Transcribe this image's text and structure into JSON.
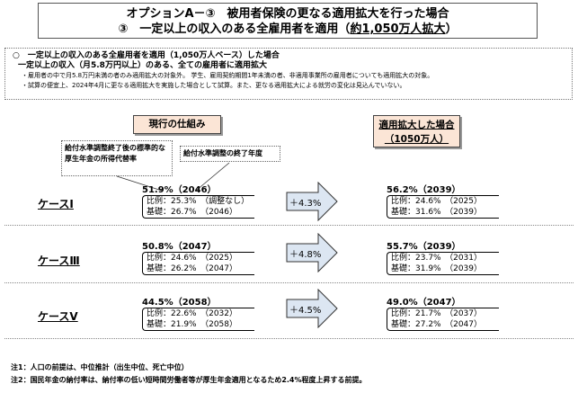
{
  "title": {
    "line1": "オプションA－③　被用者保険の更なる適用拡大を行った場合",
    "line2_prefix": "③　一定以上の収入のある全雇用者を適用（",
    "line2_underlined": "約1,050万人拡大",
    "line2_suffix": "）"
  },
  "conditions": {
    "line1": "○　一定以上の収入のある全雇用者を適用（1,050万人ベース）した場合",
    "line2": "一定以上の収入（月5.8万円以上）のある、全ての雇用者に適用拡大",
    "bullet1": "・雇用者の中で月5.8万円未満の者のみ適用拡大の対象外。 学生、雇用契約期間1年未満の者、非適用事業所の雇用者についても適用拡大の対象。",
    "bullet2": "・試算の便宜上、2024年4月に更なる適用拡大を実施した場合として試算。また、更なる適用拡大による就労の変化は見込んでいない。"
  },
  "headers": {
    "current": "現行の仕組み",
    "expanded_line1": "適用拡大した場合",
    "expanded_line2": "（1050万人）"
  },
  "callouts": {
    "replacement_rate": "給付水準調整終了後の標準的な厚生年金の所得代替率",
    "end_year": "給付水準調整の終了年度"
  },
  "cases": [
    {
      "label": "ケースⅠ",
      "current": {
        "total": "51.9%（2046）",
        "hirei": "比例：25.3%　（調整なし）",
        "kiso": "基礎：26.7%　（2046）"
      },
      "diff": "＋4.3%",
      "expanded": {
        "total": "56.2%（2039）",
        "hirei": "比例：24.6%　（2025）",
        "kiso": "基礎：31.6%　（2039）"
      }
    },
    {
      "label": "ケースⅢ",
      "current": {
        "total": "50.8%（2047）",
        "hirei": "比例：24.6%　（2025）",
        "kiso": "基礎：26.2%　（2047）"
      },
      "diff": "＋4.8%",
      "expanded": {
        "total": "55.7%（2039）",
        "hirei": "比例：23.7%　（2031）",
        "kiso": "基礎：31.9%　（2039）"
      }
    },
    {
      "label": "ケースⅤ",
      "current": {
        "total": "44.5%（2058）",
        "hirei": "比例：22.6%　（2032）",
        "kiso": "基礎：21.9%　（2058）"
      },
      "diff": "＋4.5%",
      "expanded": {
        "total": "49.0%（2047）",
        "hirei": "比例：21.7%　（2037）",
        "kiso": "基礎：27.2%　（2047）"
      }
    }
  ],
  "notes": [
    "注1：人口の前提は、中位推計（出生中位、死亡中位）",
    "注2：国民年金の納付率は、納付率の低い短時間労働者等が厚生年金適用となるため2.4%程度上昇する前提。"
  ],
  "colors": {
    "header_fill": "#fbe5d6",
    "arrow_fill": "#dce6f2"
  }
}
